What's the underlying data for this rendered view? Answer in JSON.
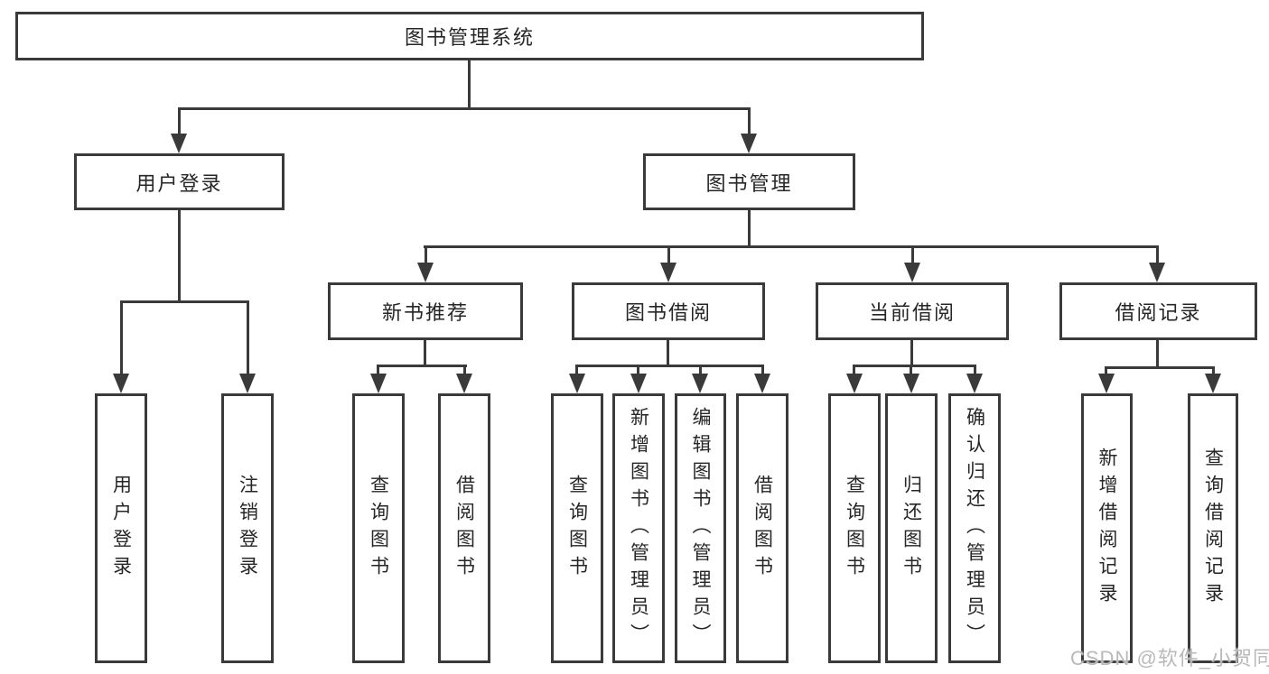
{
  "tree": {
    "root": "图书管理系统",
    "branches": [
      {
        "label": "用户登录",
        "leaves": [
          "用户登录",
          "注销登录"
        ]
      },
      {
        "label": "图书管理",
        "groups": [
          {
            "label": "新书推荐",
            "leaves": [
              "查询图书",
              "借阅图书"
            ]
          },
          {
            "label": "图书借阅",
            "leaves": [
              "查询图书",
              "新增图书（管理员）",
              "编辑图书（管理员）",
              "借阅图书"
            ]
          },
          {
            "label": "当前借阅",
            "leaves": [
              "查询图书",
              "归还图书",
              "确认归还（管理员）"
            ]
          },
          {
            "label": "借阅记录",
            "leaves": [
              "新增借阅记录",
              "查询借阅记录"
            ]
          }
        ]
      }
    ]
  },
  "watermark": "CSDN @软件_小贺同学",
  "colors": {
    "line": "#3a3a3a",
    "text": "#262626",
    "background": "#ffffff",
    "watermark": "#b9b9b9"
  }
}
